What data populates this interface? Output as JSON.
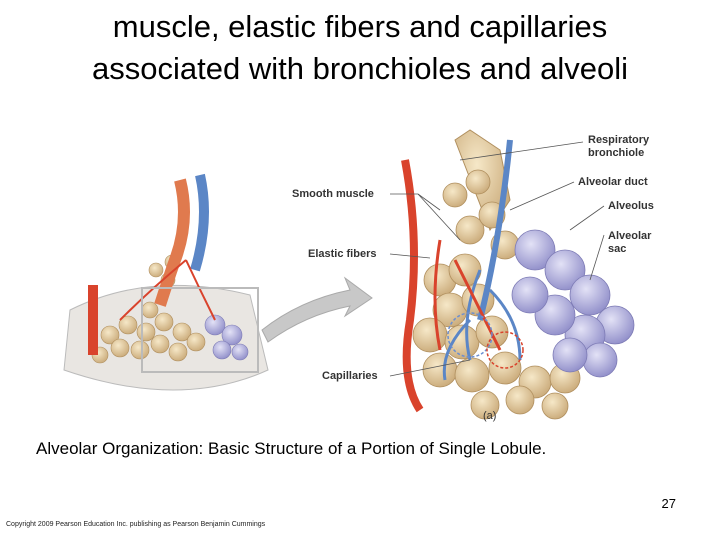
{
  "slide": {
    "title_lines": [
      "muscle, elastic fibers and capillaries",
      "associated with bronchioles and alveoli"
    ],
    "caption": "Alveolar Organization: Basic Structure of a Portion of Single Lobule.",
    "page_number": "27",
    "copyright": "Copyright 2009 Pearson Education Inc. publishing as Pearson Benjamin Cummings"
  },
  "figure": {
    "labels_left": [
      "Smooth muscle",
      "Elastic fibers",
      "Capillaries"
    ],
    "labels_right": [
      "Respiratory bronchiole",
      "Alveolar duct",
      "Alveolus",
      "Alveolar sac"
    ],
    "panel_letter": "(a)"
  },
  "colors": {
    "artery_red": "#d9432c",
    "vein_blue": "#5b86c6",
    "alveolus_tan": "#e6cfa6",
    "sac_lavender": "#b9b8e3",
    "arrow_gray": "#c8c8c8"
  }
}
